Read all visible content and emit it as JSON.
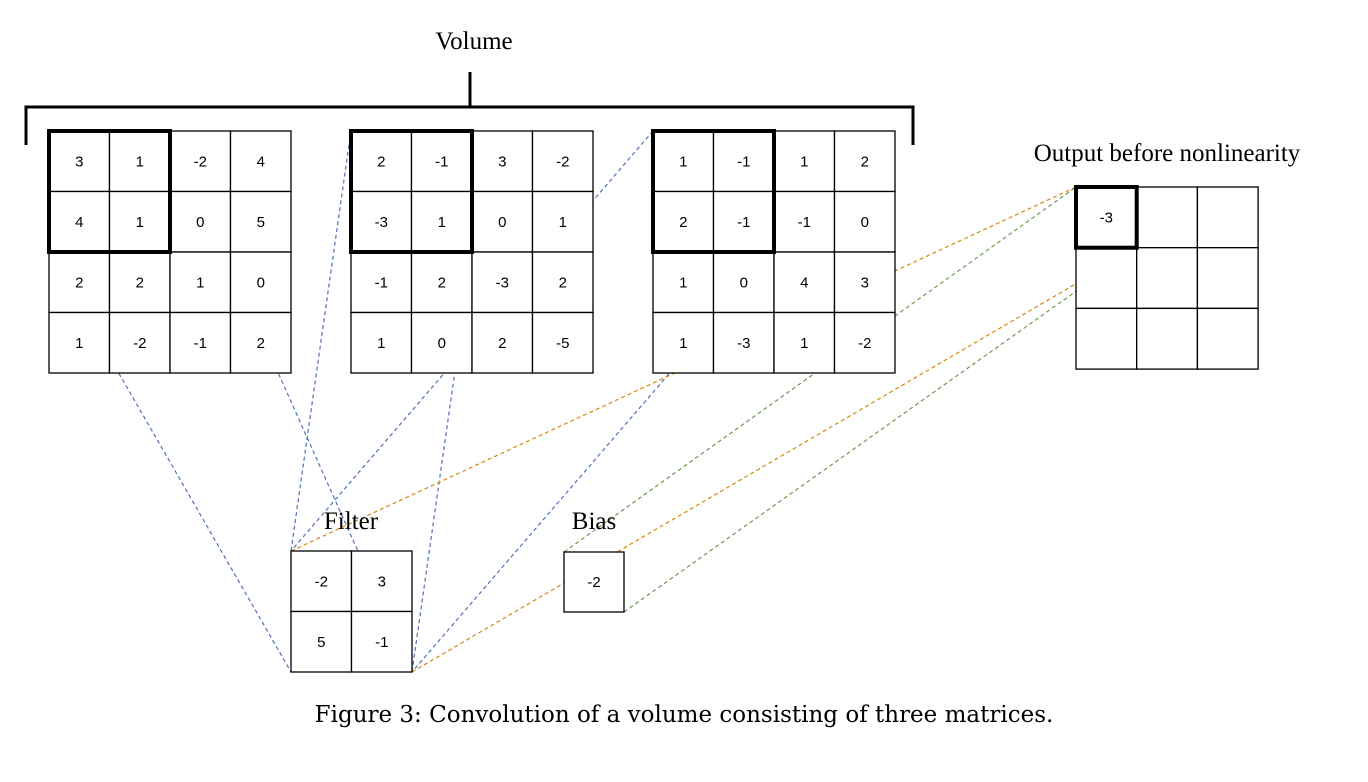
{
  "volume_label": "Volume",
  "output_label": "Output before nonlinearity",
  "filter_label": "Filter",
  "bias_label": "Bias",
  "caption": "Figure 3: Convolution of a volume consisting of three matrices.",
  "matrices": [
    [
      [
        "3",
        "1",
        "-2",
        "4"
      ],
      [
        "4",
        "1",
        "0",
        "5"
      ],
      [
        "2",
        "2",
        "1",
        "0"
      ],
      [
        "1",
        "-2",
        "-1",
        "2"
      ]
    ],
    [
      [
        "2",
        "-1",
        "3",
        "-2"
      ],
      [
        "-3",
        "1",
        "0",
        "1"
      ],
      [
        "-1",
        "2",
        "-3",
        "2"
      ],
      [
        "1",
        "0",
        "2",
        "-5"
      ]
    ],
    [
      [
        "1",
        "-1",
        "1",
        "2"
      ],
      [
        "2",
        "-1",
        "-1",
        "0"
      ],
      [
        "1",
        "0",
        "4",
        "3"
      ],
      [
        "1",
        "-3",
        "1",
        "-2"
      ]
    ]
  ],
  "filter": [
    [
      "-2",
      "3"
    ],
    [
      "5",
      "-1"
    ]
  ],
  "bias": "-2",
  "output": [
    [
      "-3",
      "",
      ""
    ],
    [
      "",
      "",
      ""
    ],
    [
      "",
      "",
      ""
    ]
  ],
  "colors": {
    "blue_lines": "#4f72b8",
    "orange_lines": "#d48a10",
    "green_lines": "#6e9a52"
  }
}
